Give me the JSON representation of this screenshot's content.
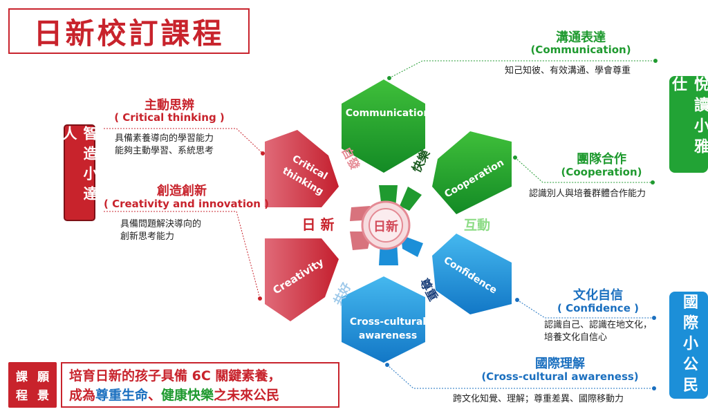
{
  "title": "日新校訂課程",
  "side_labels": {
    "left": "智造小達人",
    "right_top": "悅讀小雅仕",
    "right_bottom": "國際小公民"
  },
  "center": {
    "logo_text": "日新",
    "left_label": "日 新",
    "right_label": "互動",
    "top_left_label": "自發",
    "top_right_label": "快樂",
    "bottom_left_label": "共好",
    "bottom_right_label": "尊重"
  },
  "petals": {
    "communication": "Communication",
    "cooperation": "Cooperation",
    "confidence": "Confidence",
    "cross_cultural": [
      "Cross-cultural",
      "awareness"
    ],
    "creativity": "Creativity",
    "critical": [
      "Critical",
      "thinking"
    ]
  },
  "competencies": {
    "critical": {
      "zh": "主動思辨",
      "en": "( Critical thinking )",
      "desc": [
        "具備素養導向的學習能力",
        "能夠主動學習、系統思考"
      ]
    },
    "creativity": {
      "zh": "創造創新",
      "en": "( Creativity and innovation )",
      "desc": [
        "具備問題解決導向的",
        "創新思考能力"
      ]
    },
    "communication": {
      "zh": "溝通表達",
      "en": "(Communication)",
      "desc": [
        "知己知彼、有效溝通、學會尊重"
      ]
    },
    "cooperation": {
      "zh": "團隊合作",
      "en": "(Cooperation)",
      "desc": [
        "認識別人與培養群體合作能力"
      ]
    },
    "confidence": {
      "zh": "文化自信",
      "en": "( Confidence )",
      "desc": [
        "認識自己、認識在地文化，",
        "培養文化自信心"
      ]
    },
    "cross_cultural": {
      "zh": "國際理解",
      "en": "(Cross-cultural awareness)",
      "desc": [
        "跨文化知覺、理解；尊重差異、國際移動力"
      ]
    }
  },
  "vision": {
    "label_chars": [
      "課",
      "願",
      "程",
      "景"
    ],
    "line1": "培育日新的孩子具備 6C 關鍵素養，",
    "line2_pre": "成為",
    "line2_hl1": "尊重生命",
    "line2_mid": "、",
    "line2_hl2": "健康快樂",
    "line2_post": "之未來公民"
  },
  "colors": {
    "red": "#c8232c",
    "green": "#22a335",
    "blue": "#1c8fd8"
  }
}
